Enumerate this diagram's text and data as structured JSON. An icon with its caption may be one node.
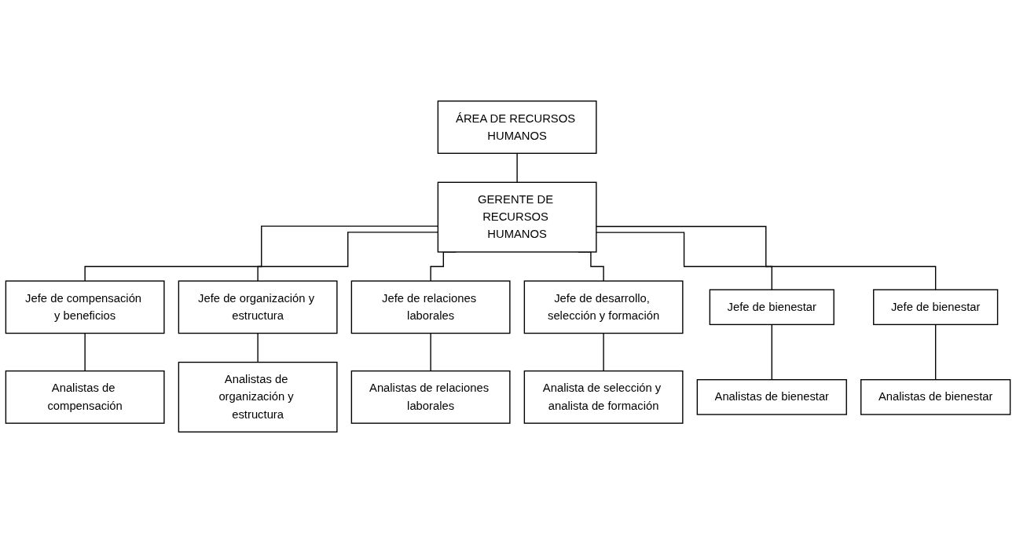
{
  "diagram": {
    "nodes": [
      {
        "text": [
          "ÁREA DE RECURSOS HUMANOS"
        ]
      },
      {
        "text": [
          "GERENTE DE RECURSOS HUMANOS"
        ]
      },
      {
        "text": [
          "Jefe de compensación y beneficios"
        ]
      },
      {
        "text": [
          "Jefe de organización y estructura"
        ]
      },
      {
        "text": [
          "Jefe de relaciones laborales"
        ]
      },
      {
        "text": [
          "Jefe de desarrollo, selección y formación"
        ]
      },
      {
        "text": [
          "Jefe de bienestar"
        ]
      },
      {
        "text": [
          "Jefe de bienestar"
        ]
      },
      {
        "text": [
          "Analistas de compensación"
        ]
      },
      {
        "text": [
          "Analistas de organización y estructura"
        ]
      },
      {
        "text": [
          "Analistas de relaciones laborales"
        ]
      },
      {
        "text": [
          "Analista de selección y analista de formación"
        ]
      },
      {
        "text": [
          "Analistas de bienestar"
        ]
      },
      {
        "text": [
          "Analistas de bienestar"
        ]
      }
    ],
    "edges": [
      {
        "from": 0,
        "to": 1,
        "arrow": "none"
      },
      {
        "from": 1,
        "to": 2,
        "arrow": "none"
      },
      {
        "from": 1,
        "to": 3,
        "arrow": "none"
      },
      {
        "from": 1,
        "to": 4,
        "arrow": "none"
      },
      {
        "from": 1,
        "to": 5,
        "arrow": "none"
      },
      {
        "from": 1,
        "to": 6,
        "arrow": "none"
      },
      {
        "from": 1,
        "to": 7,
        "arrow": "none"
      },
      {
        "from": 2,
        "to": 8,
        "arrow": "none"
      },
      {
        "from": 3,
        "to": 9,
        "arrow": "none"
      },
      {
        "from": 4,
        "to": 10,
        "arrow": "none"
      },
      {
        "from": 5,
        "to": 11,
        "arrow": "none"
      },
      {
        "from": 6,
        "to": 12,
        "arrow": "none"
      },
      {
        "from": 7,
        "to": 13,
        "arrow": "none"
      }
    ]
  }
}
